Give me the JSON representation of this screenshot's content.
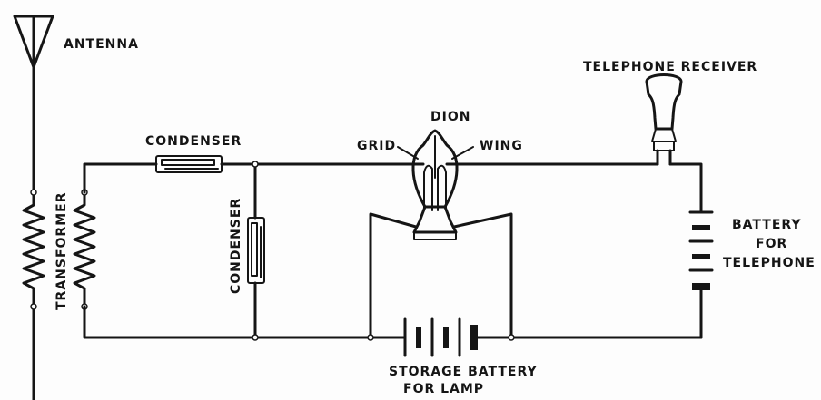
{
  "labels": {
    "antenna": "ANTENNA",
    "telephone_receiver": "TELEPHONE RECEIVER",
    "dion": "DION",
    "grid": "GRID",
    "wing": "WING",
    "condenser_top": "CONDENSER",
    "condenser_vertical": "CONDENSER",
    "transformer": "TRANSFORMER",
    "battery_line1": "BATTERY",
    "battery_line2": "FOR",
    "battery_line3": "TELEPHONE",
    "storage_line1": "STORAGE BATTERY",
    "storage_line2": "FOR LAMP"
  }
}
